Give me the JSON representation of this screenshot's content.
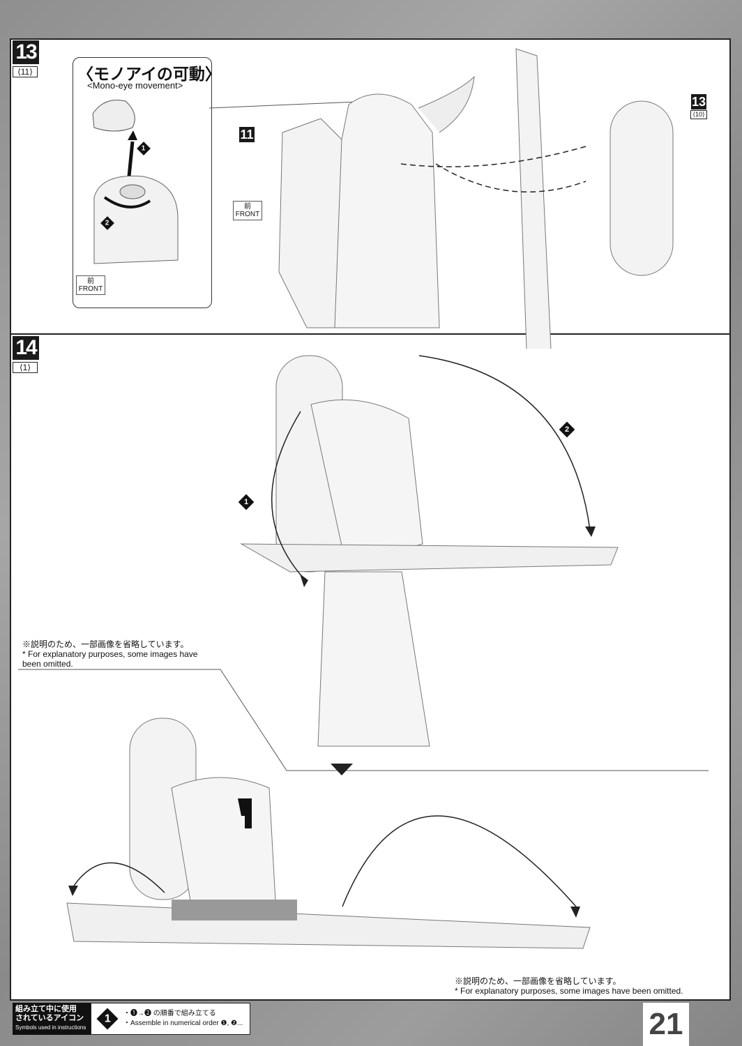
{
  "steps": [
    {
      "number": "13",
      "sub": "⟨11⟩",
      "callout": {
        "title_jp": "〈モノアイの可動〉",
        "title_en": "<Mono-eye movement>",
        "order_marks": [
          "1",
          "2"
        ],
        "front_jp": "前",
        "front_en": "FRONT"
      },
      "part_tags": [
        {
          "number": "11"
        },
        {
          "number": "13",
          "sub": "⟨10⟩"
        }
      ],
      "front_jp": "前",
      "front_en": "FRONT"
    },
    {
      "number": "14",
      "sub": "⟨1⟩",
      "order_marks": [
        "1",
        "2"
      ],
      "note1_jp": "※説明のため、一部画像を省略しています。",
      "note1_en": "* For explanatory purposes, some images have been omitted.",
      "note2_jp": "※説明のため、一部画像を省略しています。",
      "note2_en": "* For explanatory purposes, some images have been omitted."
    }
  ],
  "legend": {
    "head_jp1": "組み立て中に使用",
    "head_jp2": "されているアイコン",
    "head_en": "Symbols used in instructions",
    "icon": "1",
    "line_jp": "・❶→❷ の順番で組み立てる",
    "line_en": "・Assemble in numerical order ❶, ❷..."
  },
  "page_number": "21"
}
